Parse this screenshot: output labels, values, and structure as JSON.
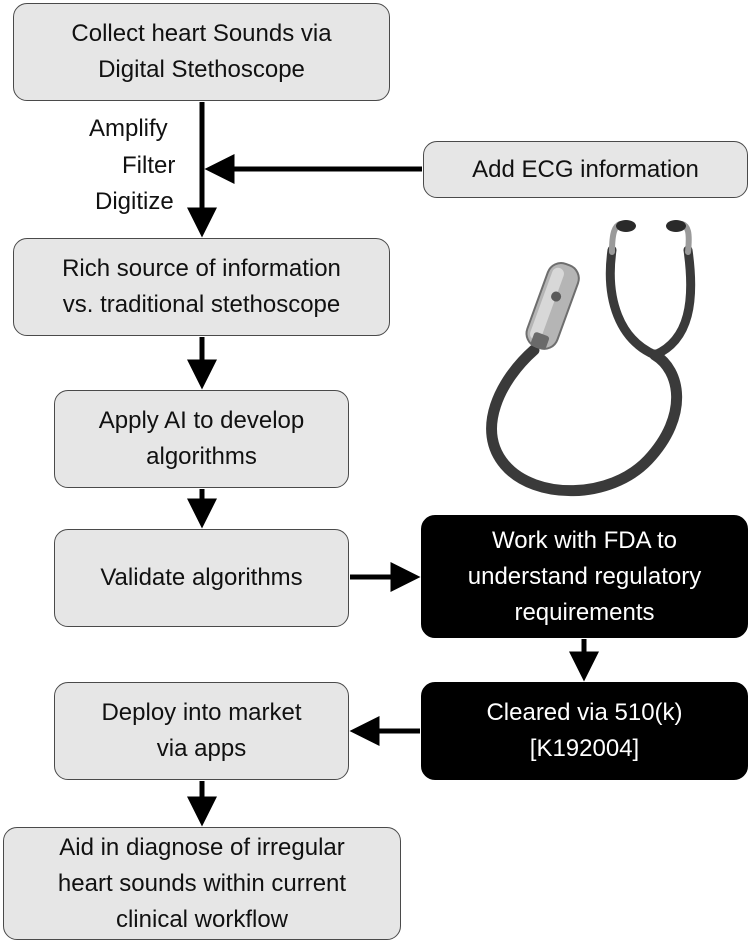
{
  "boxes": {
    "collect": {
      "line1": "Collect heart Sounds via",
      "line2": "Digital Stethoscope"
    },
    "ecg": {
      "line1": "Add ECG information"
    },
    "rich": {
      "line1": "Rich source of information",
      "line2": "vs. traditional stethoscope"
    },
    "apply_ai": {
      "line1": "Apply AI to develop",
      "line2": "algorithms"
    },
    "validate": {
      "line1": "Validate algorithms"
    },
    "fda": {
      "line1": "Work with FDA to",
      "line2": "understand regulatory",
      "line3": "requirements"
    },
    "cleared": {
      "line1": "Cleared via 510(k)",
      "line2": "[K192004]"
    },
    "deploy": {
      "line1": "Deploy into market",
      "line2": "via apps"
    },
    "aid": {
      "line1": "Aid in diagnose of irregular",
      "line2": "heart sounds within current",
      "line3": "clinical workflow"
    }
  },
  "steps": {
    "amplify": "Amplify",
    "filter": "Filter",
    "digitize": "Digitize"
  },
  "colors": {
    "light_box": "#e6e6e6",
    "dark_box": "#000000",
    "arrow": "#000000"
  },
  "image": {
    "icon": "stethoscope-icon"
  }
}
